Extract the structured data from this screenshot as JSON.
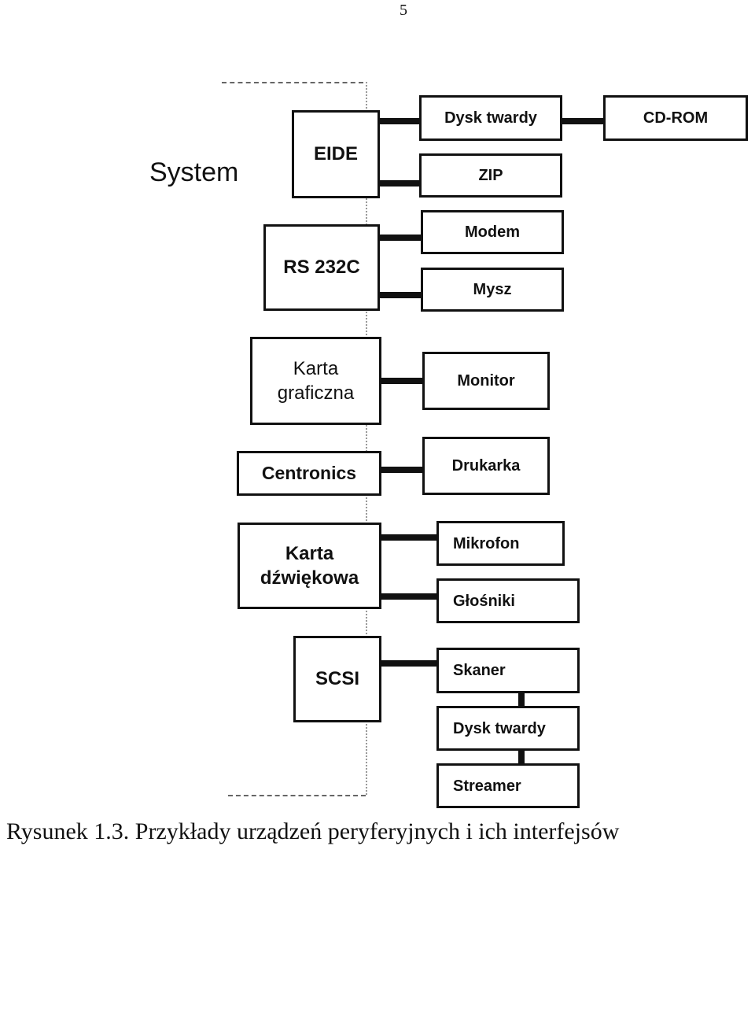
{
  "page_number": "5",
  "system_label": "System",
  "interfaces": {
    "eide": "EIDE",
    "rs232c": "RS 232C",
    "graphics_card": "Karta\ngraficzna",
    "centronics": "Centronics",
    "sound_card": "Karta\ndźwiękowa",
    "scsi": "SCSI"
  },
  "devices": {
    "hard_disk": "Dysk twardy",
    "cdrom": "CD-ROM",
    "zip": "ZIP",
    "modem": "Modem",
    "mouse": "Mysz",
    "monitor": "Monitor",
    "printer": "Drukarka",
    "microphone": "Mikrofon",
    "speakers": "Głośniki",
    "scanner": "Skaner",
    "scsi_hard_disk": "Dysk twardy",
    "streamer": "Streamer"
  },
  "caption": "Rysunek 1.3. Przykłady urządzeń peryferyjnych i ich interfejsów"
}
